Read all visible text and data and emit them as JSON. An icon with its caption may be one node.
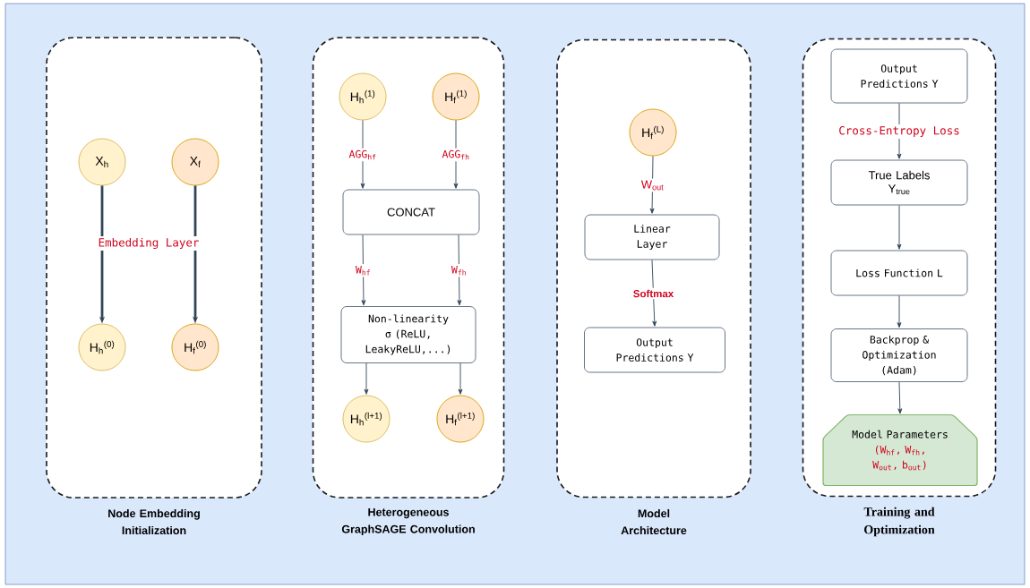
{
  "diagram": {
    "nodes": [
      {
        "text": [
          "Node Embedding Initialization"
        ]
      },
      {
        "text": [
          "X$_{h}$"
        ],
        "in": 0
      },
      {
        "text": [
          "X$_{f}$"
        ],
        "in": 0
      },
      {
        "text": [
          "H$_{h}$$^{(0)}$"
        ],
        "in": 0
      },
      {
        "text": [
          "H$_{f}$$^{(0)}$"
        ],
        "in": 0
      },
      {
        "text": [
          "Heterogeneous GraphSAGE Convolution"
        ]
      },
      {
        "text": [
          "H$_{h}$$^{(1)}$"
        ],
        "in": 5
      },
      {
        "text": [
          "H$_{f}$$^{(1)}$"
        ],
        "in": 5
      },
      {
        "text": [
          "CONCAT"
        ],
        "in": 5
      },
      {
        "text": [
          "Non-linearity σ (ReLU, LeakyReLU,...)"
        ],
        "in": 5
      },
      {
        "text": [
          "H$_{h}$$^{(l+1)}$"
        ],
        "in": 5
      },
      {
        "text": [
          "H$_{f}$$^{(l+1)}$"
        ],
        "in": 5
      },
      {
        "text": [
          "Model Architecture"
        ]
      },
      {
        "text": [
          "H$_{f}$$^{(L)}$"
        ],
        "in": 12
      },
      {
        "text": [
          "Linear Layer"
        ],
        "in": 12
      },
      {
        "text": [
          "Output Predictions Y"
        ],
        "in": 12
      },
      {
        "text": [
          "Training and Optimization"
        ]
      },
      {
        "text": [
          "Output Predictions Y"
        ],
        "in": 16
      },
      {
        "text": [
          "True Labels Y$_{true}$"
        ],
        "in": 16
      },
      {
        "text": [
          "Loss Function L"
        ],
        "in": 16
      },
      {
        "text": [
          "Backprop & Optimization (Adam)"
        ],
        "in": 16
      },
      {
        "text": [
          "Model Parameters",
          "(W$_{hf}$, W$_{fh}$, W$_{out}$, b$_{out}$)"
        ],
        "in": 16
      }
    ],
    "edges": [
      {
        "from": 1,
        "to": 3,
        "arrow": "to",
        "style": "thick"
      },
      {
        "from": 2,
        "to": 4,
        "arrow": "to",
        "style": "thick"
      },
      {
        "from": 6,
        "to": 8,
        "arrow": "to",
        "label": "AGG$_{hf}$"
      },
      {
        "from": 7,
        "to": 8,
        "arrow": "to",
        "label": "AGG$_{fh}$"
      },
      {
        "from": 8,
        "to": 9,
        "arrow": "to",
        "label": "W$_{hf}$"
      },
      {
        "from": 8,
        "to": 9,
        "arrow": "to",
        "label": "W$_{fh}$"
      },
      {
        "from": 9,
        "to": 10,
        "arrow": "to"
      },
      {
        "from": 9,
        "to": 11,
        "arrow": "to"
      },
      {
        "from": 13,
        "to": 14,
        "arrow": "to",
        "label": "W$_{out}$"
      },
      {
        "from": 14,
        "to": 15,
        "arrow": "to",
        "label": "Softmax"
      },
      {
        "from": 17,
        "to": 18,
        "arrow": "to",
        "label": "Cross-Entropy Loss"
      },
      {
        "from": 18,
        "to": 19,
        "arrow": "to"
      },
      {
        "from": 19,
        "to": 20,
        "arrow": "to"
      },
      {
        "from": 20,
        "to": 21,
        "arrow": "to"
      }
    ],
    "labels": [
      "Embedding Layer"
    ]
  }
}
